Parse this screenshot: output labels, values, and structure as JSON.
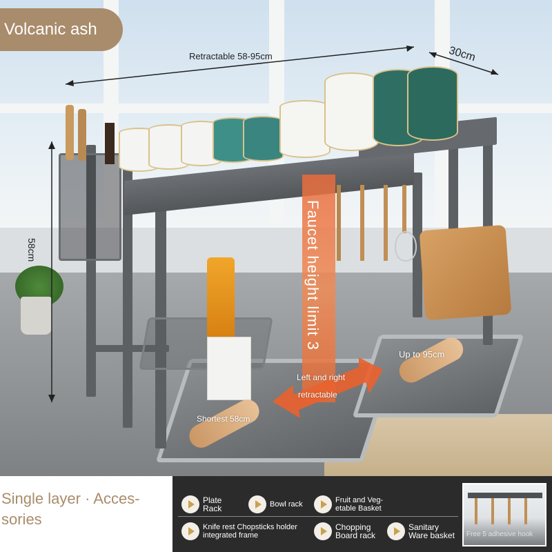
{
  "color_tag": {
    "label": "Volcanic ash",
    "color": "#a98c6b"
  },
  "dimensions": {
    "width_label": "Retractable 58-95cm",
    "depth_label": "30cm",
    "height_label": "58cm"
  },
  "callouts": {
    "faucet_limit": "Faucet height limit 3",
    "up_to": "Up to 95cm",
    "left_right": "Left and right",
    "retractable": "retractable",
    "shortest": "Shortest 58cm"
  },
  "product_box": {
    "title": "Volcanic ash"
  },
  "config": {
    "line1": "Single layer · Acces-",
    "line2": "sories"
  },
  "features": [
    {
      "line1": "Plate",
      "line2": "Rack"
    },
    {
      "line1": "Bowl rack",
      "line2": ""
    },
    {
      "line1": "Fruit and Veg-",
      "line2": "etable Basket"
    },
    {
      "line1": "Knife rest Chopsticks holder",
      "line2": "integrated frame"
    },
    {
      "line1": "Chopping",
      "line2": "Board rack"
    },
    {
      "line1": "Sanitary",
      "line2": "Ware basket"
    }
  ],
  "thumbnail": {
    "caption": "Free 5 adhesive hook"
  },
  "icons": {
    "feature_bullet": "play-triangle-icon"
  },
  "colors": {
    "accent": "#a98c6b",
    "panel": "#2b2b2b",
    "orange": "#e96b3c"
  }
}
